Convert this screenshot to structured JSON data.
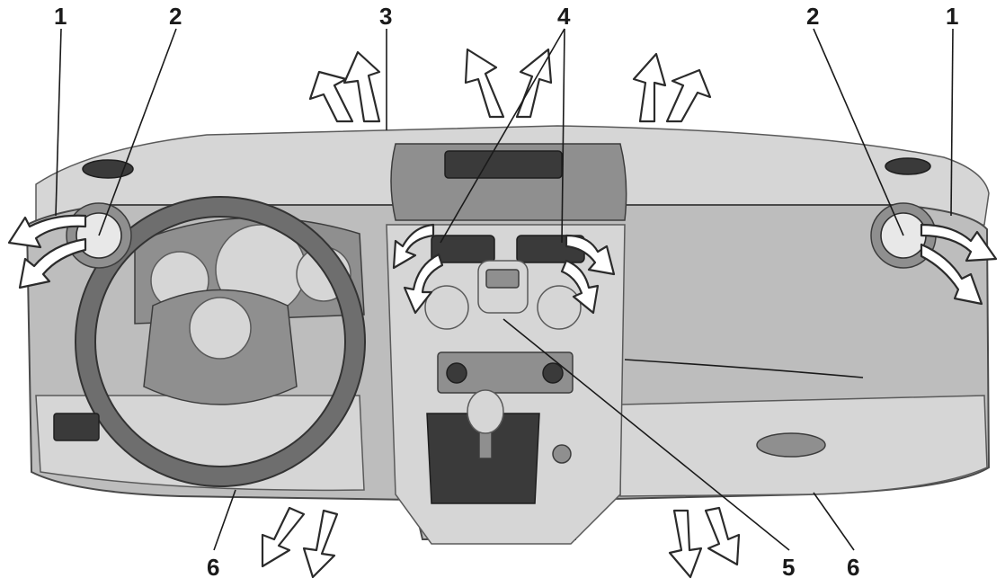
{
  "diagram": {
    "subject": "vehicle dashboard ventilation outlets",
    "callouts": [
      {
        "id": "c1-left",
        "label": "1"
      },
      {
        "id": "c2-left",
        "label": "2"
      },
      {
        "id": "c3",
        "label": "3"
      },
      {
        "id": "c4",
        "label": "4"
      },
      {
        "id": "c2-right",
        "label": "2"
      },
      {
        "id": "c1-right",
        "label": "1"
      },
      {
        "id": "c6-left",
        "label": "6"
      },
      {
        "id": "c5",
        "label": "5"
      },
      {
        "id": "c6-right",
        "label": "6"
      }
    ],
    "colors": {
      "dashboard": "#bdbdbd",
      "outline": "#2b2b2b",
      "airflow_fill": "#ffffff"
    }
  }
}
